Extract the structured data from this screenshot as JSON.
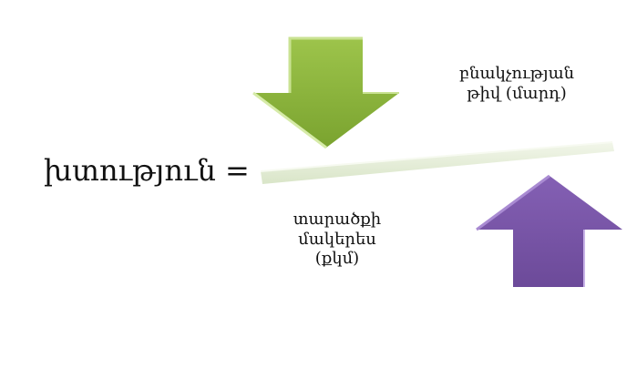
{
  "formula": {
    "left_side": "խտություն",
    "operator": "="
  },
  "numerator": {
    "line1": "բնակչության",
    "line2": "թիվ (մարդ)"
  },
  "denominator": {
    "line1": "տարածքի",
    "line2": "մակերես",
    "line3": "(քկմ)"
  },
  "shapes": {
    "down_arrow": {
      "meaning": "numerator",
      "color": "#8db33f"
    },
    "up_arrow": {
      "meaning": "denominator",
      "color": "#7a55a8"
    },
    "fraction_bar": {
      "color": "#e3ecd6"
    }
  }
}
